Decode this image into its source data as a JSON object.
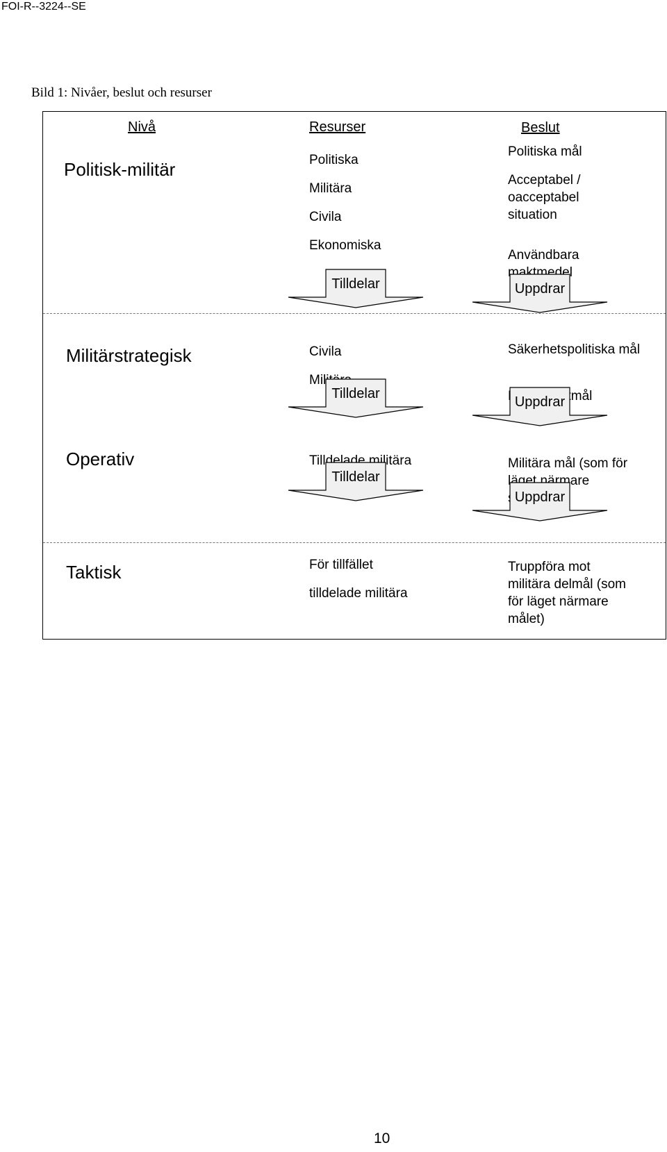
{
  "page": {
    "doc_id": "FOI-R--3224--SE",
    "caption": "Bild 1: Nivåer, beslut och resurser",
    "page_number": "10"
  },
  "figure": {
    "headers": {
      "level": "Nivå",
      "resources": "Resurser",
      "decision": "Beslut"
    },
    "levels": [
      {
        "name": "Politisk-militär",
        "resources": [
          "Politiska",
          "Militära",
          "Civila",
          "Ekonomiska"
        ],
        "decisions": [
          "Politiska mål",
          "Acceptabel / oacceptabel situation",
          "Användbara maktmedel"
        ],
        "resource_arrow": "Tilldelar",
        "decision_arrow": "Uppdrar"
      },
      {
        "name": "Militärstrategisk",
        "resources": [
          "Civila",
          "Militära"
        ],
        "decisions": [
          "Säkerhetspolitiska mål",
          "Militärt slutmål"
        ],
        "resource_arrow": "Tilldelar",
        "decision_arrow": "Uppdrar"
      },
      {
        "name": "Operativ",
        "resources": [
          "Tilldelade militära"
        ],
        "decisions": [
          "Militära mål (som för läget närmare slutmålet)"
        ],
        "resource_arrow": "Tilldelar",
        "decision_arrow": "Uppdrar"
      },
      {
        "name": "Taktisk",
        "resources": [
          "För tillfället",
          "tilldelade militära"
        ],
        "decisions": [
          "Truppföra mot militära delmål (som för läget närmare målet)"
        ]
      }
    ]
  }
}
